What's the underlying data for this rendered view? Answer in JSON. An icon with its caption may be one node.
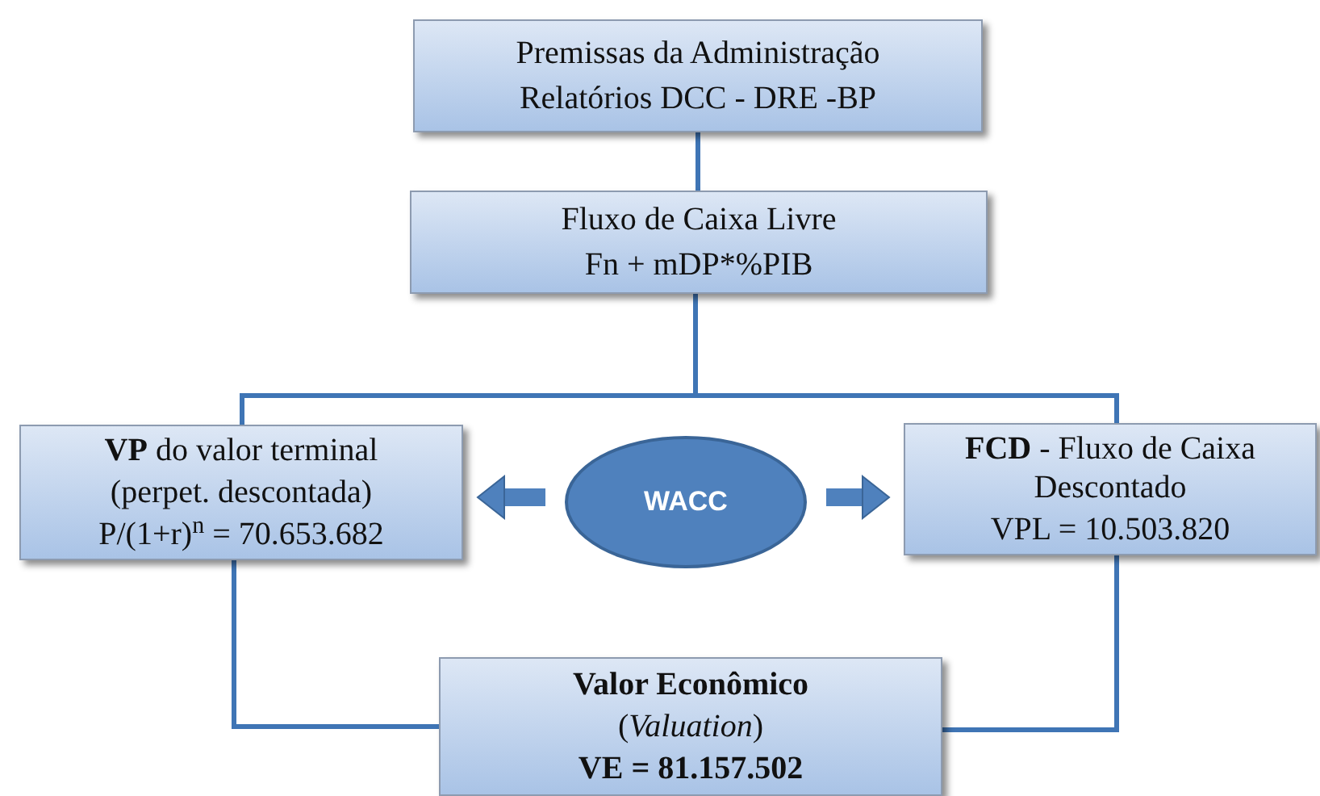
{
  "diagram": {
    "nodes": [
      {
        "text": [
          "Premissas da Administração",
          "Relatórios DCC - DRE -BP"
        ]
      },
      {
        "text": [
          "Fluxo de Caixa Livre",
          "Fn + mDP*%PIB"
        ]
      },
      {
        "text": [
          "**VP** do valor terminal",
          "(perpet. descontada)",
          "P/(1+r)$^{n}$ = 70.653.682"
        ]
      },
      {
        "text": [
          "WACC"
        ]
      },
      {
        "text": [
          "**FCD** - Fluxo de Caixa Descontado",
          "VPL = 10.503.820"
        ]
      },
      {
        "text": [
          "Valor Econômico",
          "(*Valuation*)",
          "VE = 81.157.502"
        ]
      }
    ],
    "edges": [
      {
        "from": 0,
        "to": 1,
        "arrow": "none"
      },
      {
        "from": 1,
        "to": 2,
        "arrow": "none"
      },
      {
        "from": 1,
        "to": 4,
        "arrow": "none"
      },
      {
        "from": 3,
        "to": 2,
        "arrow": "to",
        "style": "thick"
      },
      {
        "from": 3,
        "to": 4,
        "arrow": "to",
        "style": "thick"
      },
      {
        "from": 2,
        "to": 5,
        "arrow": "none"
      },
      {
        "from": 4,
        "to": 5,
        "arrow": "none"
      }
    ]
  }
}
